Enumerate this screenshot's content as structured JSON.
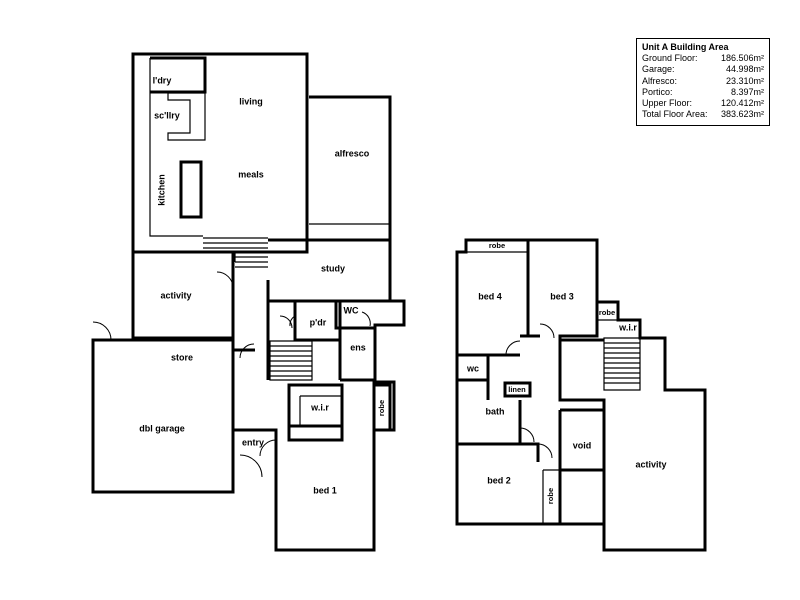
{
  "building_area": {
    "title": "Unit A Building Area",
    "rows": [
      {
        "label": "Ground Floor:",
        "value": "186.506m²"
      },
      {
        "label": "Garage:",
        "value": "44.998m²"
      },
      {
        "label": "Alfresco:",
        "value": "23.310m²"
      },
      {
        "label": "Portico:",
        "value": "8.397m²"
      },
      {
        "label": "Upper Floor:",
        "value": "120.412m²"
      },
      {
        "label": "Total Floor Area:",
        "value": "383.623m²"
      }
    ]
  },
  "ground_floor": {
    "ldry": "l'dry",
    "scllry": "sc'llry",
    "living": "living",
    "kitchen": "kitchen",
    "meals": "meals",
    "alfresco": "alfresco",
    "activity": "activity",
    "study": "study",
    "pdr": "p'dr",
    "wc": "WC",
    "ens": "ens",
    "store": "store",
    "wir": "w.i.r",
    "robe": "robe",
    "dbl_garage": "dbl garage",
    "entry": "entry",
    "bed1": "bed 1"
  },
  "upper_floor": {
    "robe_top": "robe",
    "bed4": "bed 4",
    "bed3": "bed 3",
    "robe_small": "robe",
    "wir": "w.i.r",
    "wc": "wc",
    "linen": "linen",
    "bath": "bath",
    "void": "void",
    "activity": "activity",
    "bed2": "bed 2",
    "robe_bed2": "robe"
  }
}
